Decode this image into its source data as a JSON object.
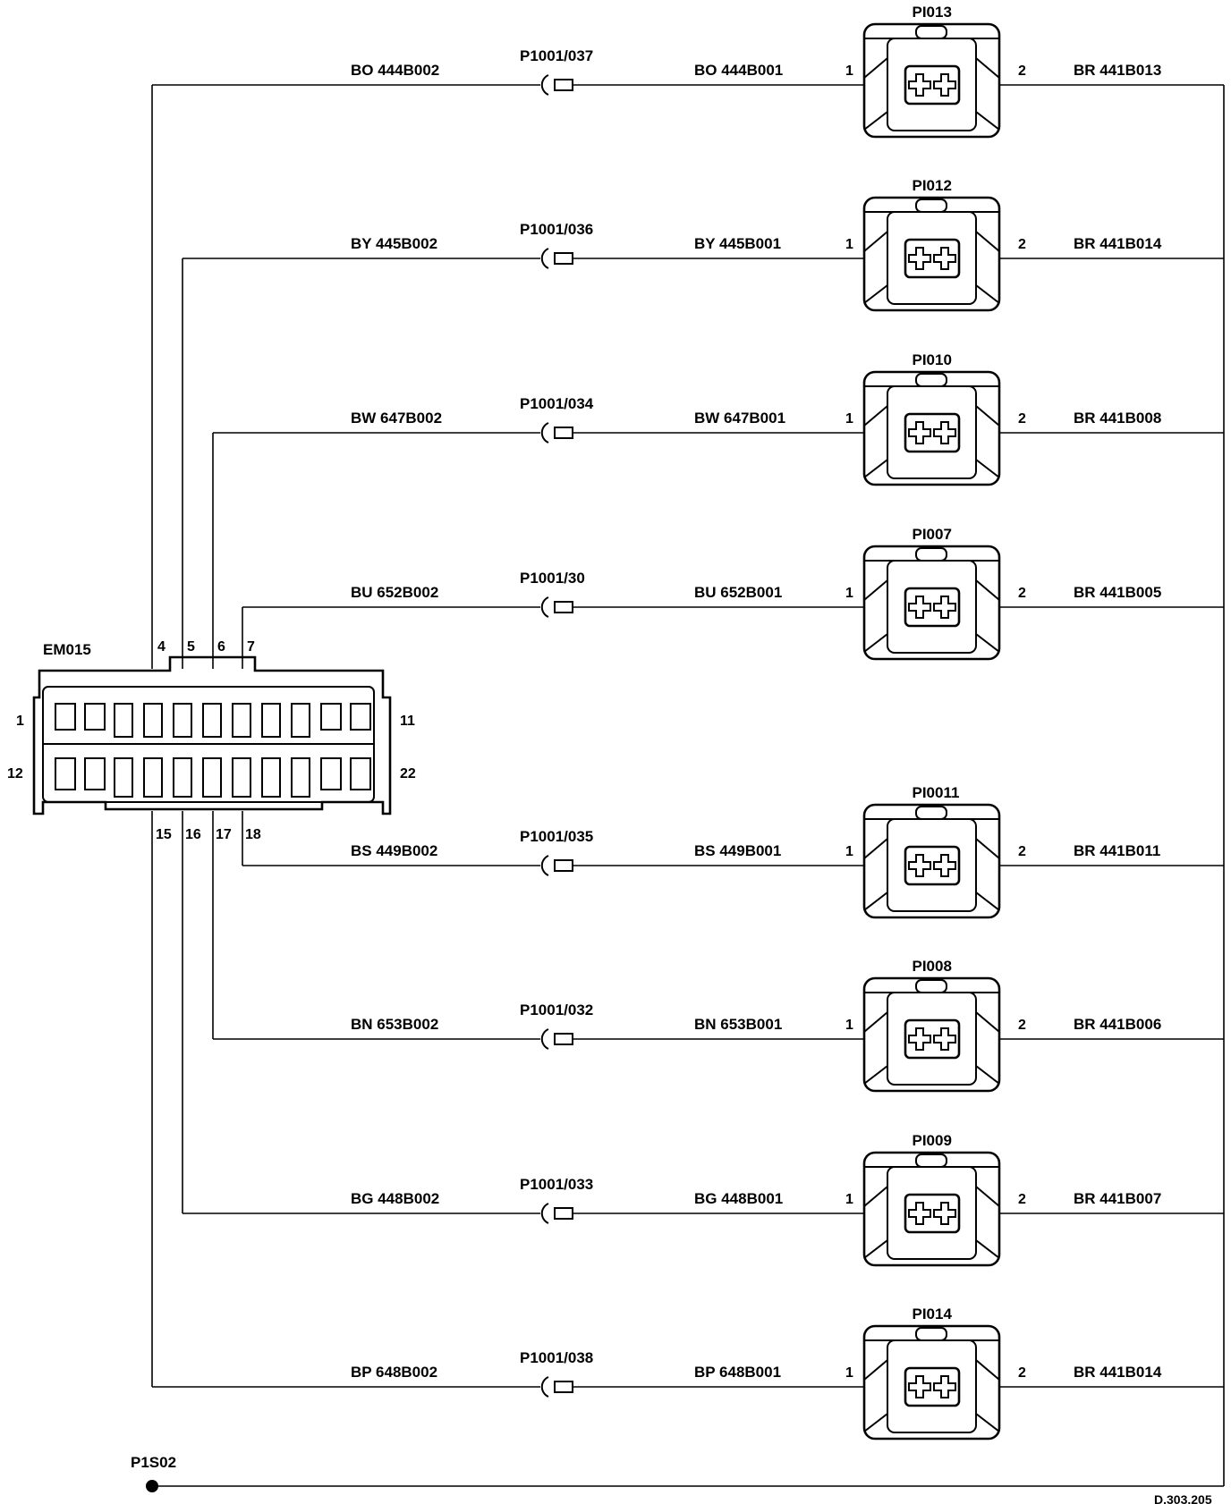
{
  "main_connector": {
    "name": "EM015",
    "pin_top_left": "1",
    "pin_top_right": "11",
    "pin_bottom_left": "12",
    "pin_bottom_right": "22",
    "top_pins": [
      "4",
      "5",
      "6",
      "7"
    ],
    "bottom_pins": [
      "15",
      "16",
      "17",
      "18"
    ]
  },
  "circuits": [
    {
      "left_wire": "BO 444B002",
      "junction": "P1001/037",
      "right_wire": "BO 444B001",
      "component": "PI013",
      "pin_in": "1",
      "pin_out": "2",
      "return_wire": "BR 441B013"
    },
    {
      "left_wire": "BY 445B002",
      "junction": "P1001/036",
      "right_wire": "BY 445B001",
      "component": "PI012",
      "pin_in": "1",
      "pin_out": "2",
      "return_wire": "BR 441B014"
    },
    {
      "left_wire": "BW 647B002",
      "junction": "P1001/034",
      "right_wire": "BW 647B001",
      "component": "PI010",
      "pin_in": "1",
      "pin_out": "2",
      "return_wire": "BR 441B008"
    },
    {
      "left_wire": "BU 652B002",
      "junction": "P1001/30",
      "right_wire": "BU 652B001",
      "component": "PI007",
      "pin_in": "1",
      "pin_out": "2",
      "return_wire": "BR 441B005"
    },
    {
      "left_wire": "BS 449B002",
      "junction": "P1001/035",
      "right_wire": "BS 449B001",
      "component": "PI0011",
      "pin_in": "1",
      "pin_out": "2",
      "return_wire": "BR 441B011"
    },
    {
      "left_wire": "BN 653B002",
      "junction": "P1001/032",
      "right_wire": "BN 653B001",
      "component": "PI008",
      "pin_in": "1",
      "pin_out": "2",
      "return_wire": "BR 441B006"
    },
    {
      "left_wire": "BG 448B002",
      "junction": "P1001/033",
      "right_wire": "BG 448B001",
      "component": "PI009",
      "pin_in": "1",
      "pin_out": "2",
      "return_wire": "BR 441B007"
    },
    {
      "left_wire": "BP 648B002",
      "junction": "P1001/038",
      "right_wire": "BP 648B001",
      "component": "PI014",
      "pin_in": "1",
      "pin_out": "2",
      "return_wire": "BR 441B014"
    }
  ],
  "ground_point": "P1S02",
  "drawing_ref": "D.303.205"
}
